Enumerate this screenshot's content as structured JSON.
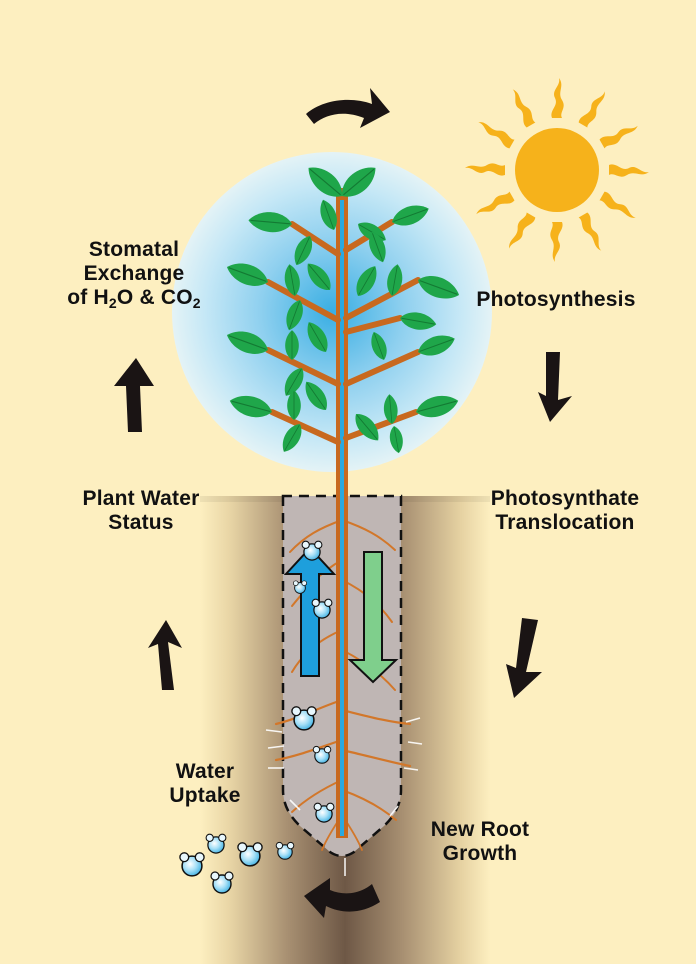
{
  "diagram": {
    "title": "Plant water and carbon cycle",
    "labels": {
      "stomatal": {
        "line1": "Stomatal",
        "line2": "Exchange",
        "line3_prefix": "of H",
        "line3_sub1": "2",
        "line3_mid": "O & CO",
        "line3_sub2": "2"
      },
      "photosynthesis": "Photosynthesis",
      "translocation": {
        "line1": "Photosynthate",
        "line2": "Translocation"
      },
      "plant_water_status": {
        "line1": "Plant Water",
        "line2": "Status"
      },
      "water_uptake": {
        "line1": "Water",
        "line2": "Uptake"
      },
      "new_root_growth": {
        "line1": "New Root",
        "line2": "Growth"
      }
    },
    "cycle_order": [
      "Photosynthesis",
      "Photosynthate Translocation",
      "New Root Growth",
      "Water Uptake",
      "Plant Water Status",
      "Stomatal Exchange of H2O & CO2"
    ],
    "colors": {
      "background": "#fdefc0",
      "sun": "#f6b21b",
      "leaf": "#1fa64a",
      "stem": "#c8691f",
      "xylem": "#2aa9e0",
      "water_arrow": "#1e9fdc",
      "photosynthate_arrow": "#7fcf8c",
      "soil_dark": "#6e5a48",
      "root_zone": "#bfb6b4",
      "cycle_arrow": "#1a1414",
      "canopy_glow": "#bfe6f7"
    },
    "icons": [
      "sun-icon",
      "plant-icon",
      "water-molecule-icon",
      "cycle-arrow-icon",
      "upward-water-flow-arrow",
      "downward-photosynthate-arrow"
    ]
  }
}
